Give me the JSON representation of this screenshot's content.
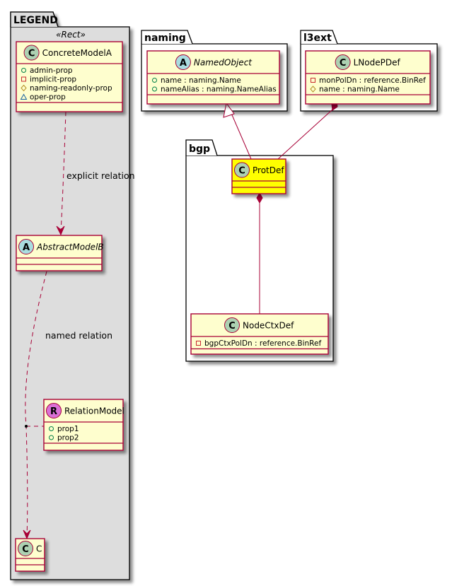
{
  "colors": {
    "class_fill": "#FEFECE",
    "class_border": "#A80036",
    "highlight_fill": "#FFFF00",
    "legend_fill": "#DDDDDD",
    "package_fill": "#FFFFFF",
    "spot_C": "#ADD1B2",
    "spot_A": "#A9DCDF",
    "spot_R": "#DA70D6",
    "relation_line": "#A80036",
    "admin_icon": "#038048",
    "implicit_icon": "#C82930",
    "readonly_icon": "#B38D22",
    "oper_icon": "#1963A0"
  },
  "packages": {
    "legend": {
      "label": "LEGEND",
      "stereotype": "«Rect»"
    },
    "naming": {
      "label": "naming"
    },
    "l3ext": {
      "label": "l3ext"
    },
    "bgp": {
      "label": "bgp"
    }
  },
  "classes": {
    "concreteModelA": {
      "name": "ConcreteModelA",
      "spot": "C",
      "attributes": [
        {
          "visibility": "admin",
          "text": "admin-prop"
        },
        {
          "visibility": "implicit",
          "text": "implicit-prop"
        },
        {
          "visibility": "readonly",
          "text": "naming-readonly-prop"
        },
        {
          "visibility": "oper",
          "text": "oper-prop"
        }
      ]
    },
    "abstractModelB": {
      "name": "AbstractModelB",
      "spot": "A",
      "attributes": []
    },
    "relationModel": {
      "name": "RelationModel",
      "spot": "R",
      "attributes": [
        {
          "visibility": "admin",
          "text": "prop1"
        },
        {
          "visibility": "admin",
          "text": "prop2"
        }
      ]
    },
    "c": {
      "name": "C",
      "spot": "C",
      "attributes": []
    },
    "namedObject": {
      "name": "NamedObject",
      "spot": "A",
      "attributes": [
        {
          "visibility": "admin",
          "text": "name : naming.Name"
        },
        {
          "visibility": "admin",
          "text": "nameAlias : naming.NameAlias"
        }
      ]
    },
    "lNodePDef": {
      "name": "LNodePDef",
      "spot": "C",
      "attributes": [
        {
          "visibility": "implicit",
          "text": "monPolDn : reference.BinRef"
        },
        {
          "visibility": "readonly",
          "text": "name : naming.Name"
        }
      ]
    },
    "protDef": {
      "name": "ProtDef",
      "spot": "C",
      "attributes": []
    },
    "nodeCtxDef": {
      "name": "NodeCtxDef",
      "spot": "C",
      "attributes": [
        {
          "visibility": "implicit",
          "text": "bgpCtxPolDn : reference.BinRef"
        }
      ]
    }
  },
  "relations": {
    "explicit": {
      "label": "explicit relation"
    },
    "named": {
      "label": "named relation"
    }
  }
}
